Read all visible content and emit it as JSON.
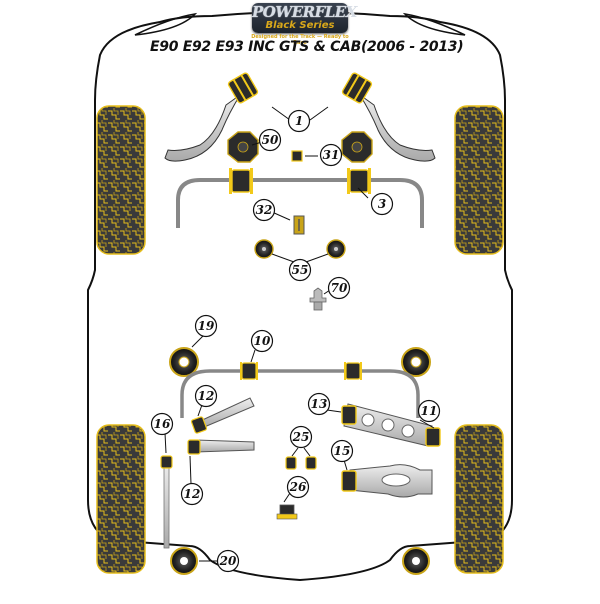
{
  "brand": {
    "name": "POWERFLEX",
    "series": "Black Series",
    "tagline": "Designed for the Track — Ready to Race",
    "accent_color": "#f2c919",
    "dark_color": "#2f2f2f"
  },
  "title": "E90 E92 E93 INC GTS & CAB(2006 - 2013)",
  "callouts": [
    {
      "id": "1",
      "label": "1",
      "part": "front-control-arm-bushes"
    },
    {
      "id": "50",
      "label": "50",
      "part": "front-top-mount"
    },
    {
      "id": "31",
      "label": "31",
      "part": "small-bush"
    },
    {
      "id": "3",
      "label": "3",
      "part": "front-anti-roll-bar-bush"
    },
    {
      "id": "32",
      "label": "32",
      "part": "gearbox-bush"
    },
    {
      "id": "55",
      "label": "55",
      "part": "engine-mount-insert"
    },
    {
      "id": "70",
      "label": "70",
      "part": "jack-pad"
    },
    {
      "id": "19",
      "label": "19",
      "part": "rear-subframe-mount"
    },
    {
      "id": "10",
      "label": "10",
      "part": "rear-anti-roll-bar-bush"
    },
    {
      "id": "12a",
      "label": "12",
      "part": "rear-upper-arm-bush"
    },
    {
      "id": "13",
      "label": "13",
      "part": "rear-lower-arm-inner"
    },
    {
      "id": "11",
      "label": "11",
      "part": "rear-lower-arm-outer"
    },
    {
      "id": "16",
      "label": "16",
      "part": "shock-absorber-bush"
    },
    {
      "id": "25",
      "label": "25",
      "part": "differential-bushes"
    },
    {
      "id": "15",
      "label": "15",
      "part": "rear-trailing-arm-bush"
    },
    {
      "id": "12b",
      "label": "12",
      "part": "rear-toe-arm-bush"
    },
    {
      "id": "26",
      "label": "26",
      "part": "differential-rear-mount"
    },
    {
      "id": "20",
      "label": "20",
      "part": "rear-subframe-rear-mount"
    }
  ]
}
